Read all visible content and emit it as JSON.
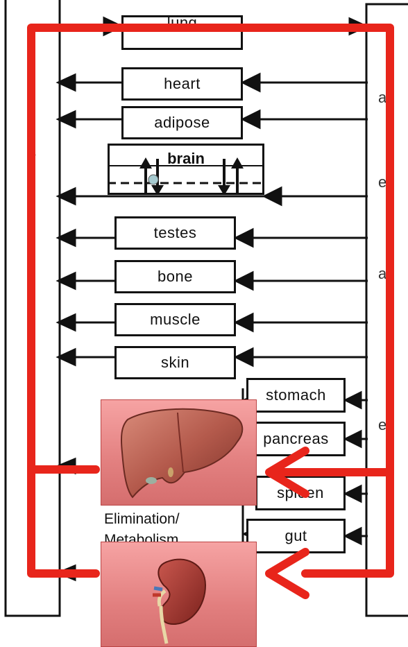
{
  "organs": {
    "lung": "lung",
    "heart": "heart",
    "adipose": "adipose",
    "brain": "brain",
    "testes": "testes",
    "bone": "bone",
    "muscle": "muscle",
    "skin": "skin",
    "stomach": "stomach",
    "pancreas": "pancreas",
    "spleen": "spleen",
    "gut": "gut"
  },
  "elimination_label_line1": "Elimination/",
  "elimination_label_line2": "Metabolism",
  "images": {
    "liver": "liver-illustration",
    "kidney": "kidney-illustration"
  },
  "colors": {
    "highlight_red": "#e8251b",
    "line_black": "#111111",
    "photo_pink": "#f0a0a0"
  }
}
